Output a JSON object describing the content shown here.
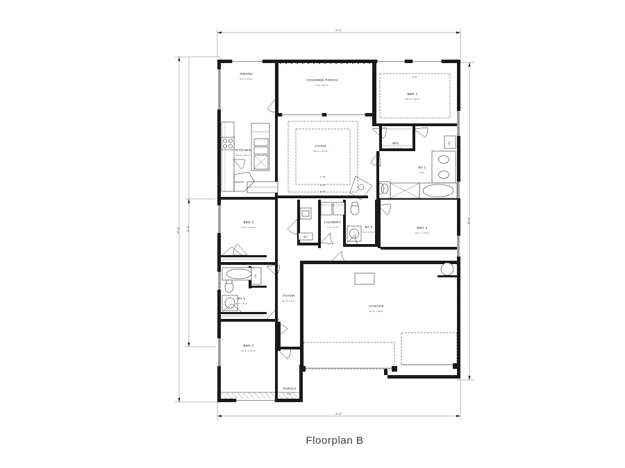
{
  "document": {
    "caption": "Floorplan  B",
    "type": "architectural-floor-plan"
  },
  "overall_dimensions": {
    "top": "41'-4\"",
    "bottom": "41'-4\"",
    "left_outer": "57'-4\"",
    "left_inner": "12'-4\"",
    "right": "50'-4\""
  },
  "rooms": [
    {
      "id": "dining",
      "name": "DINING",
      "dim": "9'-4\" x 10'-1\""
    },
    {
      "id": "covered-porch",
      "name": "COVERED PORCH",
      "dim": "9'-0\" x 10'-1\""
    },
    {
      "id": "bed-1",
      "name": "BED 1",
      "dim": "13'-0\" x 14'-0\""
    },
    {
      "id": "kitchen",
      "name": "KITCHEN",
      "dim": "11'-4\" x 10'-1\""
    },
    {
      "id": "living",
      "name": "LIVING",
      "dim": "15'-4\" x 15'-2\""
    },
    {
      "id": "wic",
      "name": "WIC",
      "dim": "6'-4\" x 9'-0\""
    },
    {
      "id": "ba-1",
      "name": "BA 1",
      "dim": "6'-4\""
    },
    {
      "id": "bed-3",
      "name": "BED 3",
      "dim": "11'-4\" x 10'-1\""
    },
    {
      "id": "laundry",
      "name": "LAUNDRY",
      "dim": "7'-4\" x 5'-4\""
    },
    {
      "id": "ba-3",
      "name": "BA 3",
      "dim": "8'-4\" x 5'-0\""
    },
    {
      "id": "bed-4",
      "name": "BED 4",
      "dim": "12'-1\" x 10'-0\""
    },
    {
      "id": "ba-2",
      "name": "BA 2",
      "dim": "8'-4\" x 5'-1\""
    },
    {
      "id": "foyer",
      "name": "FOYER",
      "dim": "11'-4\" x 4'-4\""
    },
    {
      "id": "garage",
      "name": "GARAGE",
      "dim": "20'-0\" x 20'-4\""
    },
    {
      "id": "bed-2",
      "name": "BED 2",
      "dim": "11'-4\" x 10'-1\""
    },
    {
      "id": "porch",
      "name": "PORCH",
      "dim": "6'-4\""
    }
  ],
  "tags": [
    {
      "id": "pantry",
      "label": "PANTRY"
    },
    {
      "id": "water-heater",
      "label": "WH"
    },
    {
      "id": "linen-ba1",
      "label": "LIN"
    },
    {
      "id": "linen-ba2",
      "label": "LIN"
    }
  ],
  "tray_ceiling_dims": {
    "bed1": "4'-00\"",
    "living_a": "4'-00\"",
    "living_b": "4'-00\"",
    "living_c": "4'-00\""
  },
  "colors": {
    "wall": "#1a1a1a",
    "paper": "#ffffff",
    "dimension": "#333333",
    "caption": "#3a3a3a"
  }
}
